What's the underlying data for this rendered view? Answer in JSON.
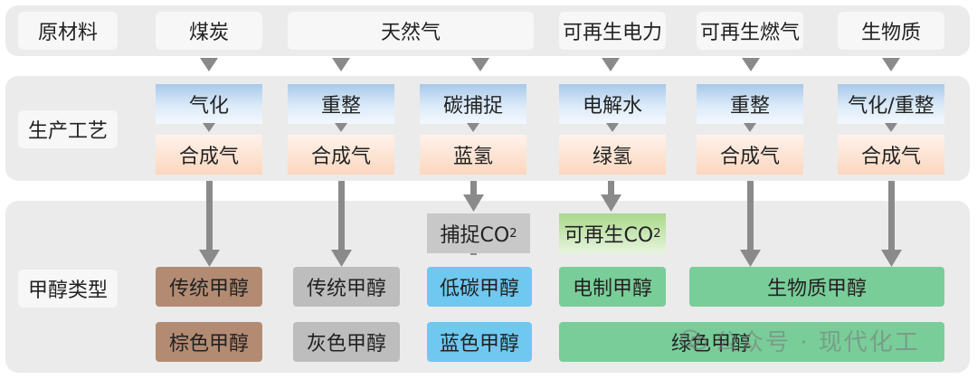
{
  "rows": {
    "raw_label": "原材料",
    "process_label": "生产工艺",
    "type_label": "甲醇类型"
  },
  "raw": {
    "coal": "煤炭",
    "gas": "天然气",
    "renew_power": "可再生电力",
    "renew_fuel": "可再生燃气",
    "biomass": "生物质"
  },
  "process": {
    "c1": "气化",
    "c2": "重整",
    "c3": "碳捕捉",
    "c4": "电解水",
    "c5": "重整",
    "c6": "气化/重整"
  },
  "product": {
    "c1": "合成气",
    "c2": "合成气",
    "c3": "蓝氢",
    "c4": "绿氢",
    "c5": "合成气",
    "c6": "合成气"
  },
  "capture": {
    "grey_prefix": "捕捉CO",
    "green_prefix": "可再生CO",
    "subscript": "2"
  },
  "methanol": {
    "traditional_1": "传统甲醇",
    "traditional_2": "传统甲醇",
    "low_carbon": "低碳甲醇",
    "electro": "电制甲醇",
    "bio": "生物质甲醇"
  },
  "color_class": {
    "brown": "棕色甲醇",
    "grey": "灰色甲醇",
    "blue": "蓝色甲醇",
    "green": "绿色甲醇"
  },
  "watermark": "公众号 · 现代化工",
  "colors": {
    "band": "#ebebeb",
    "arrow": "#888888",
    "brown": "#b38b73",
    "grey": "#bdbdbd",
    "blue": "#6fc8ef",
    "green": "#79cd99"
  }
}
